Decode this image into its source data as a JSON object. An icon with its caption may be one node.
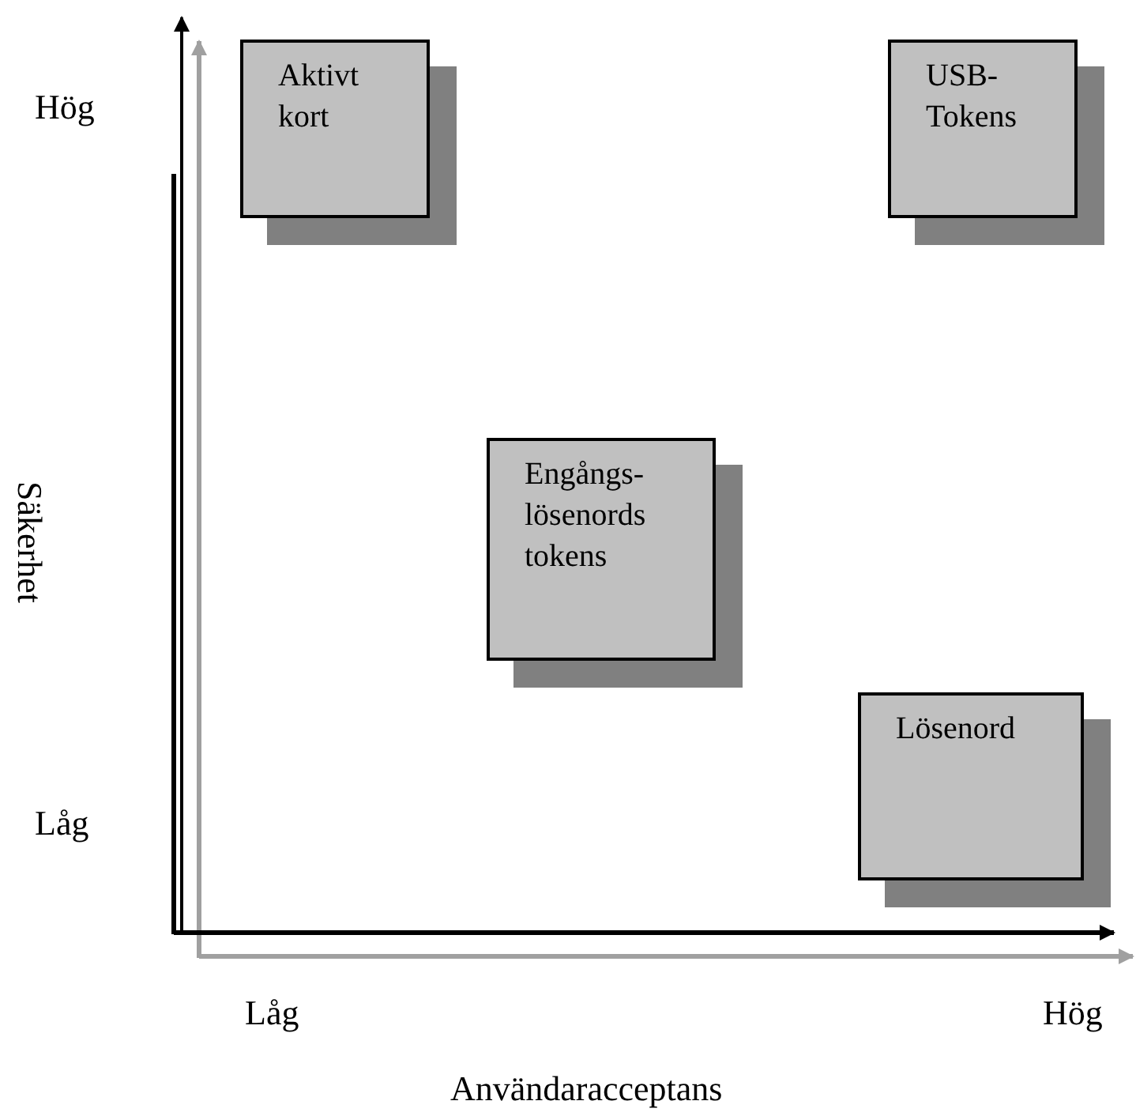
{
  "diagram": {
    "nodes": [
      {
        "text": [
          "Aktivt kort"
        ]
      },
      {
        "text": [
          "USB-Tokens"
        ]
      },
      {
        "text": [
          "Engångs-lösenords tokens"
        ]
      },
      {
        "text": [
          "Lösenord"
        ]
      }
    ],
    "labels": [
      "Hög",
      "Låg",
      "Säkerhet",
      "Låg",
      "Hög",
      "Användaracceptans"
    ]
  }
}
